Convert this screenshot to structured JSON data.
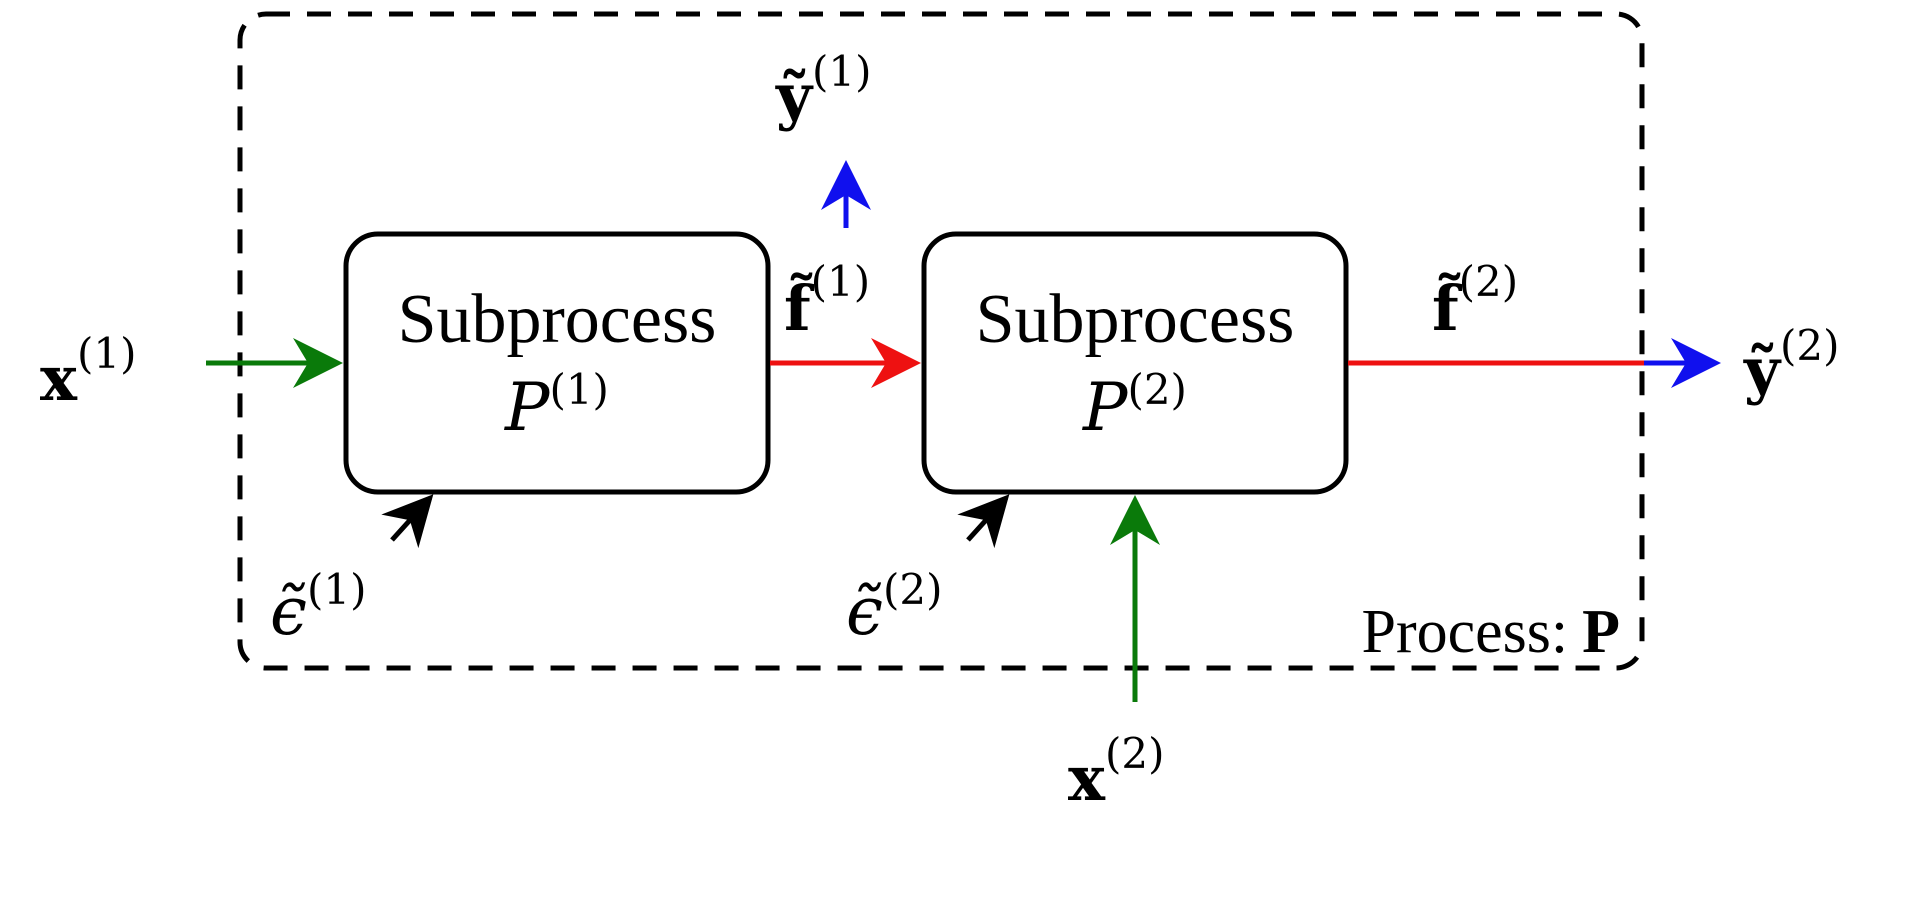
{
  "colors": {
    "input": "#0a7a0a",
    "flow": "#ee1111",
    "output": "#1010ee",
    "noise": "#000000",
    "box_stroke": "#000000"
  },
  "subprocess_1": {
    "title": "Subprocess",
    "symbol": "P",
    "index": "(1)"
  },
  "subprocess_2": {
    "title": "Subprocess",
    "symbol": "P",
    "index": "(2)"
  },
  "process": {
    "label": "Process:",
    "symbol": "P"
  },
  "inputs": [
    {
      "symbol": "x",
      "index": "(1)"
    },
    {
      "symbol": "x",
      "index": "(2)"
    }
  ],
  "flows": [
    {
      "symbol": "f̃",
      "index": "(1)"
    },
    {
      "symbol": "f̃",
      "index": "(2)"
    }
  ],
  "outputs": [
    {
      "symbol": "ỹ",
      "index": "(1)"
    },
    {
      "symbol": "ỹ",
      "index": "(2)"
    }
  ],
  "noise": [
    {
      "symbol": "ϵ̃",
      "index": "(1)"
    },
    {
      "symbol": "ϵ̃",
      "index": "(2)"
    }
  ]
}
